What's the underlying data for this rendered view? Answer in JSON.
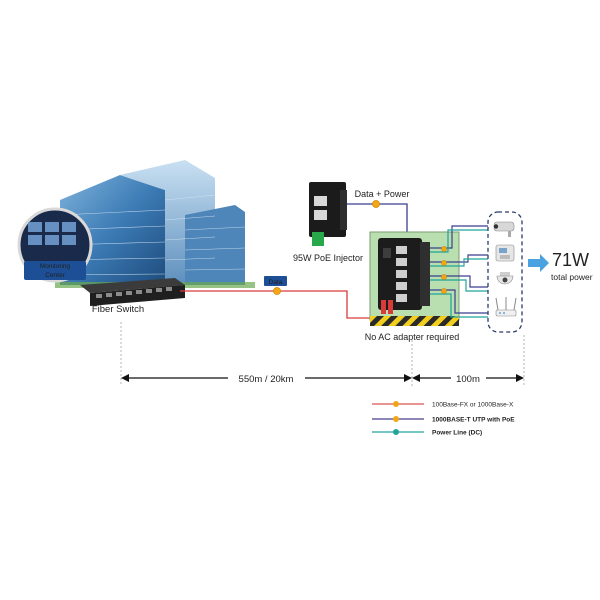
{
  "labels": {
    "monitoring_center": [
      "Monitoring",
      "Center"
    ],
    "fiber_switch": "Fiber Switch",
    "data_tag": "Data",
    "data_power": "Data + Power",
    "injector": "95W PoE Injector",
    "no_ac": "No AC adapter required",
    "power_value": "71W",
    "power_caption": "total power",
    "dist_fiber": "550m / 20km",
    "dist_utp": "100m"
  },
  "legend": [
    {
      "text": "100Base-FX or 1000Base-X",
      "color": "#d9534f"
    },
    {
      "text": "1000BASE-T UTP with PoE",
      "color": "#4b3f8f"
    },
    {
      "text": "Power Line (DC)",
      "color": "#20a49a"
    }
  ],
  "colors": {
    "fiber_line": "#d93a3a",
    "utp_line": "#3b3f8f",
    "power_line": "#20a49a",
    "connector": "#f3a614",
    "accent_arrow": "#4aa3e0",
    "dashed_box": "#2b3a6b",
    "enclosure": "#b9deb0",
    "hazard_yellow": "#f2cf1f"
  },
  "icons": {
    "building": "office-building-icon",
    "monitor": "monitoring-center-icon",
    "switch": "fiber-switch-icon",
    "injector": "poe-injector-icon",
    "industrial_switch": "industrial-poe-switch-icon",
    "devices": [
      "bullet-camera-icon",
      "ip-phone-icon",
      "dome-camera-icon",
      "wireless-ap-icon"
    ]
  }
}
